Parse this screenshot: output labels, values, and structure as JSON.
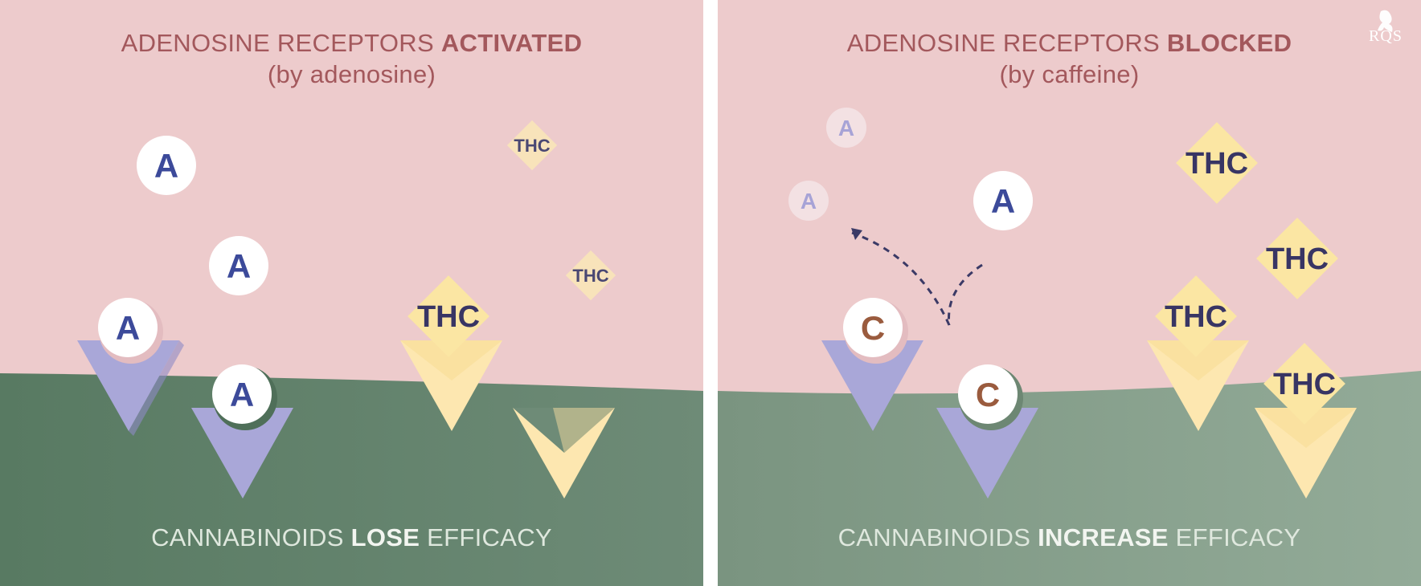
{
  "left_panel": {
    "title_prefix": "ADENOSINE RECEPTORS",
    "title_emphasis": "ACTIVATED",
    "title_sub": "(by adenosine)",
    "footer_prefix": "CANNABINOIDS",
    "footer_emphasis": "LOSE",
    "footer_suffix": "EFFICACY",
    "adenosine_label": "A",
    "thc_label": "THC"
  },
  "right_panel": {
    "title_prefix": "ADENOSINE RECEPTORS",
    "title_emphasis": "BLOCKED",
    "title_sub": "(by caffeine)",
    "footer_prefix": "CANNABINOIDS",
    "footer_emphasis": "INCREASE",
    "footer_suffix": "EFFICACY",
    "adenosine_label": "A",
    "caffeine_label": "C",
    "thc_label": "THC"
  },
  "logo": {
    "text": "RQS"
  },
  "colors": {
    "pink_bg": "#edcbcc",
    "left_ground": "#5c7d66",
    "right_ground": "#869e8b",
    "adenosine_receptor": "#a9a7d8",
    "cannabinoid_receptor": "#fde7b0",
    "thc_diamond": "#fbe6a3",
    "adenosine_text": "#3c4a9a",
    "caffeine_text": "#9a5b3e",
    "thc_text": "#383564",
    "title_text": "#a3585c"
  }
}
